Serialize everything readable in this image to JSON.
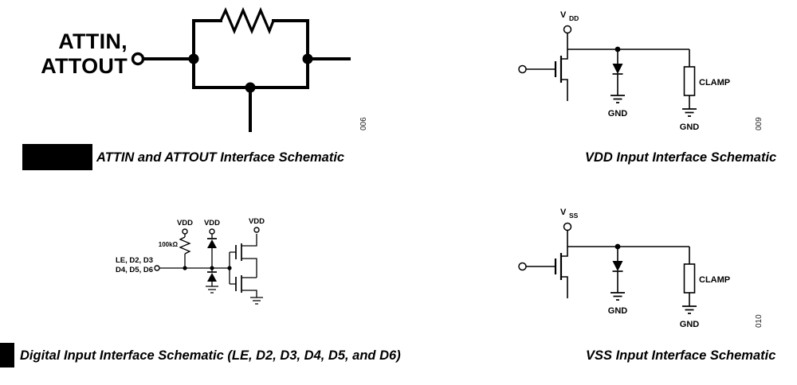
{
  "colors": {
    "ink": "#000000",
    "bg": "#ffffff"
  },
  "fig_attin": {
    "label_line1": "ATTIN,",
    "label_line2": "ATTOUT",
    "code": "006",
    "caption": "ATTIN and ATTOUT Interface Schematic"
  },
  "fig_vdd": {
    "supply_main": "V",
    "supply_sub": "DD",
    "gnd_left": "GND",
    "gnd_right": "GND",
    "clamp": "CLAMP",
    "code": "009",
    "caption": "VDD Input Interface Schematic"
  },
  "fig_digital": {
    "vdd1": "VDD",
    "vdd2": "VDD",
    "vdd3": "VDD",
    "resistor_value": "100kΩ",
    "input_label_line1": "LE, D2, D3",
    "input_label_line2": "D4, D5, D6",
    "caption": "Digital Input Interface Schematic (LE, D2, D3, D4, D5, and D6)"
  },
  "fig_vss": {
    "supply_main": "V",
    "supply_sub": "SS",
    "gnd_left": "GND",
    "gnd_right": "GND",
    "clamp": "CLAMP",
    "code": "010",
    "caption": "VSS Input Interface Schematic"
  }
}
